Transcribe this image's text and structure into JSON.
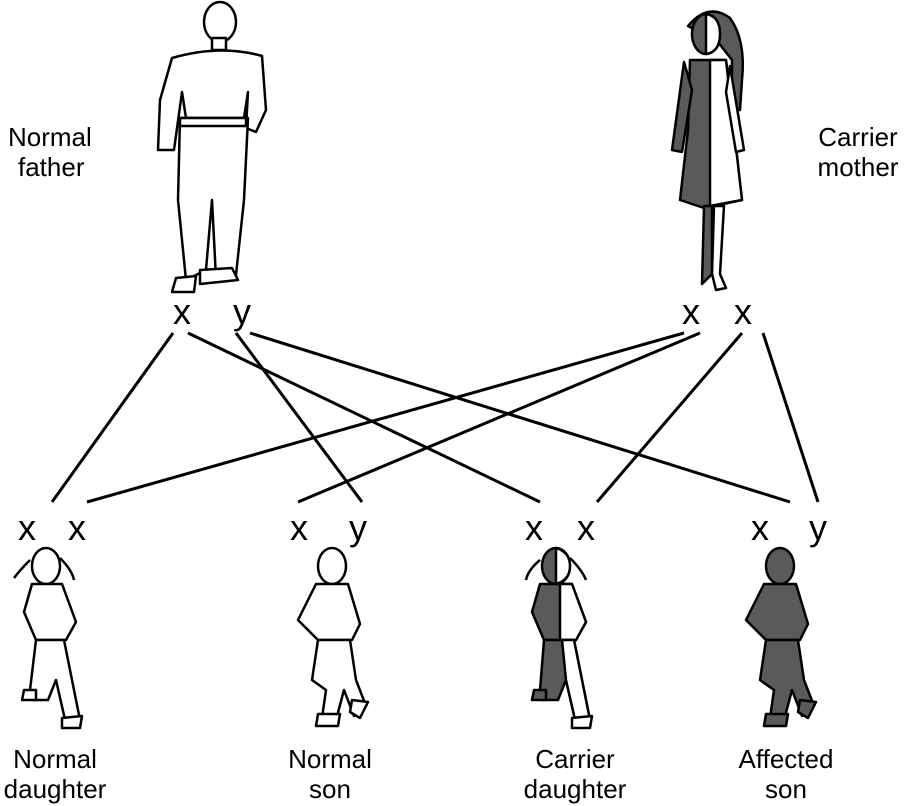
{
  "parents": {
    "father": {
      "label_line1": "Normal",
      "label_line2": "father",
      "chromosomes": [
        "x",
        "y"
      ]
    },
    "mother": {
      "label_line1": "Carrier",
      "label_line2": "mother",
      "chromosomes": [
        "x",
        "x"
      ]
    }
  },
  "children": [
    {
      "label_line1": "Normal",
      "label_line2": "daughter",
      "chromosomes": [
        "x",
        "x"
      ],
      "status": "normal"
    },
    {
      "label_line1": "Normal",
      "label_line2": "son",
      "chromosomes": [
        "x",
        "y"
      ],
      "status": "normal"
    },
    {
      "label_line1": "Carrier",
      "label_line2": "daughter",
      "chromosomes": [
        "x",
        "x"
      ],
      "status": "carrier"
    },
    {
      "label_line1": "Affected",
      "label_line2": "son",
      "chromosomes": [
        "x",
        "y"
      ],
      "status": "affected"
    }
  ],
  "colors": {
    "affected_fill": "#5a5a5a",
    "normal_fill": "#ffffff",
    "outline": "#000000"
  }
}
